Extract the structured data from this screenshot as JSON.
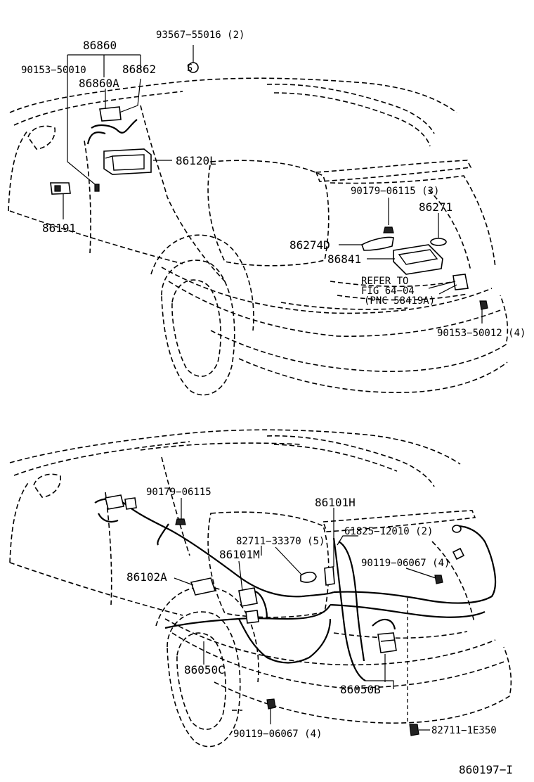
{
  "upper": {
    "labels": {
      "p86860": "86860",
      "p93567": "93567−55016 (2)",
      "p90153a": "90153−50010",
      "p86862": "86862",
      "p86860A": "86860A",
      "p86120L": "86120L",
      "p86191": "86191",
      "p90179a": "90179−06115 (3)",
      "p86271": "86271",
      "p86274D": "86274D",
      "p86841": "86841",
      "refer1": "REFER TO",
      "refer2": "FIG 64−04",
      "refer3": "(PNC 58419A)",
      "p90153b": "90153−50012 (4)",
      "smark": "S"
    }
  },
  "lower": {
    "labels": {
      "p90179b": "90179−06115",
      "p86101H": "86101H",
      "p61825": "61825−12010 (2)",
      "p82711a": "82711−33370 (5)",
      "p86101M": "86101M",
      "p90119a": "90119−06067 (4)",
      "p86102A": "86102A",
      "p86050C": "86050C",
      "p86050B": "86050B",
      "p90119b": "90119−06067 (4)",
      "p82711b": "82711−1E350"
    }
  },
  "footer": {
    "code": "860197−I"
  }
}
